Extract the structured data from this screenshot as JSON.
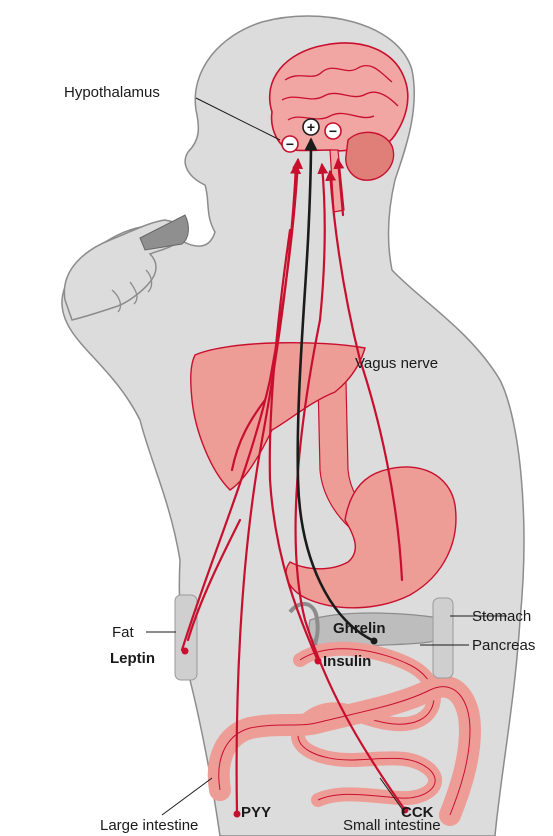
{
  "labels": {
    "hypothalamus": "Hypothalamus",
    "vagus_nerve": "Vagus nerve",
    "fat": "Fat",
    "leptin": "Leptin",
    "stomach": "Stomach",
    "ghrelin": "Ghrelin",
    "pancreas": "Pancreas",
    "insulin": "Insulin",
    "pyy": "PYY",
    "cck": "CCK",
    "large_intestine": "Large intestine",
    "small_intestine": "Small intestine"
  },
  "symbols": {
    "inhibit": "−",
    "stimulate": "+"
  },
  "colors": {
    "body": "#dcdcdc",
    "body_outline": "#8c8c8c",
    "brain": "#f2a6a3",
    "brain_outline": "#c8102e",
    "organ": "#ee9c96",
    "organ_dark": "#e07f78",
    "nerve": "#c8102e",
    "ghrelin_path": "#1b1b1b"
  }
}
